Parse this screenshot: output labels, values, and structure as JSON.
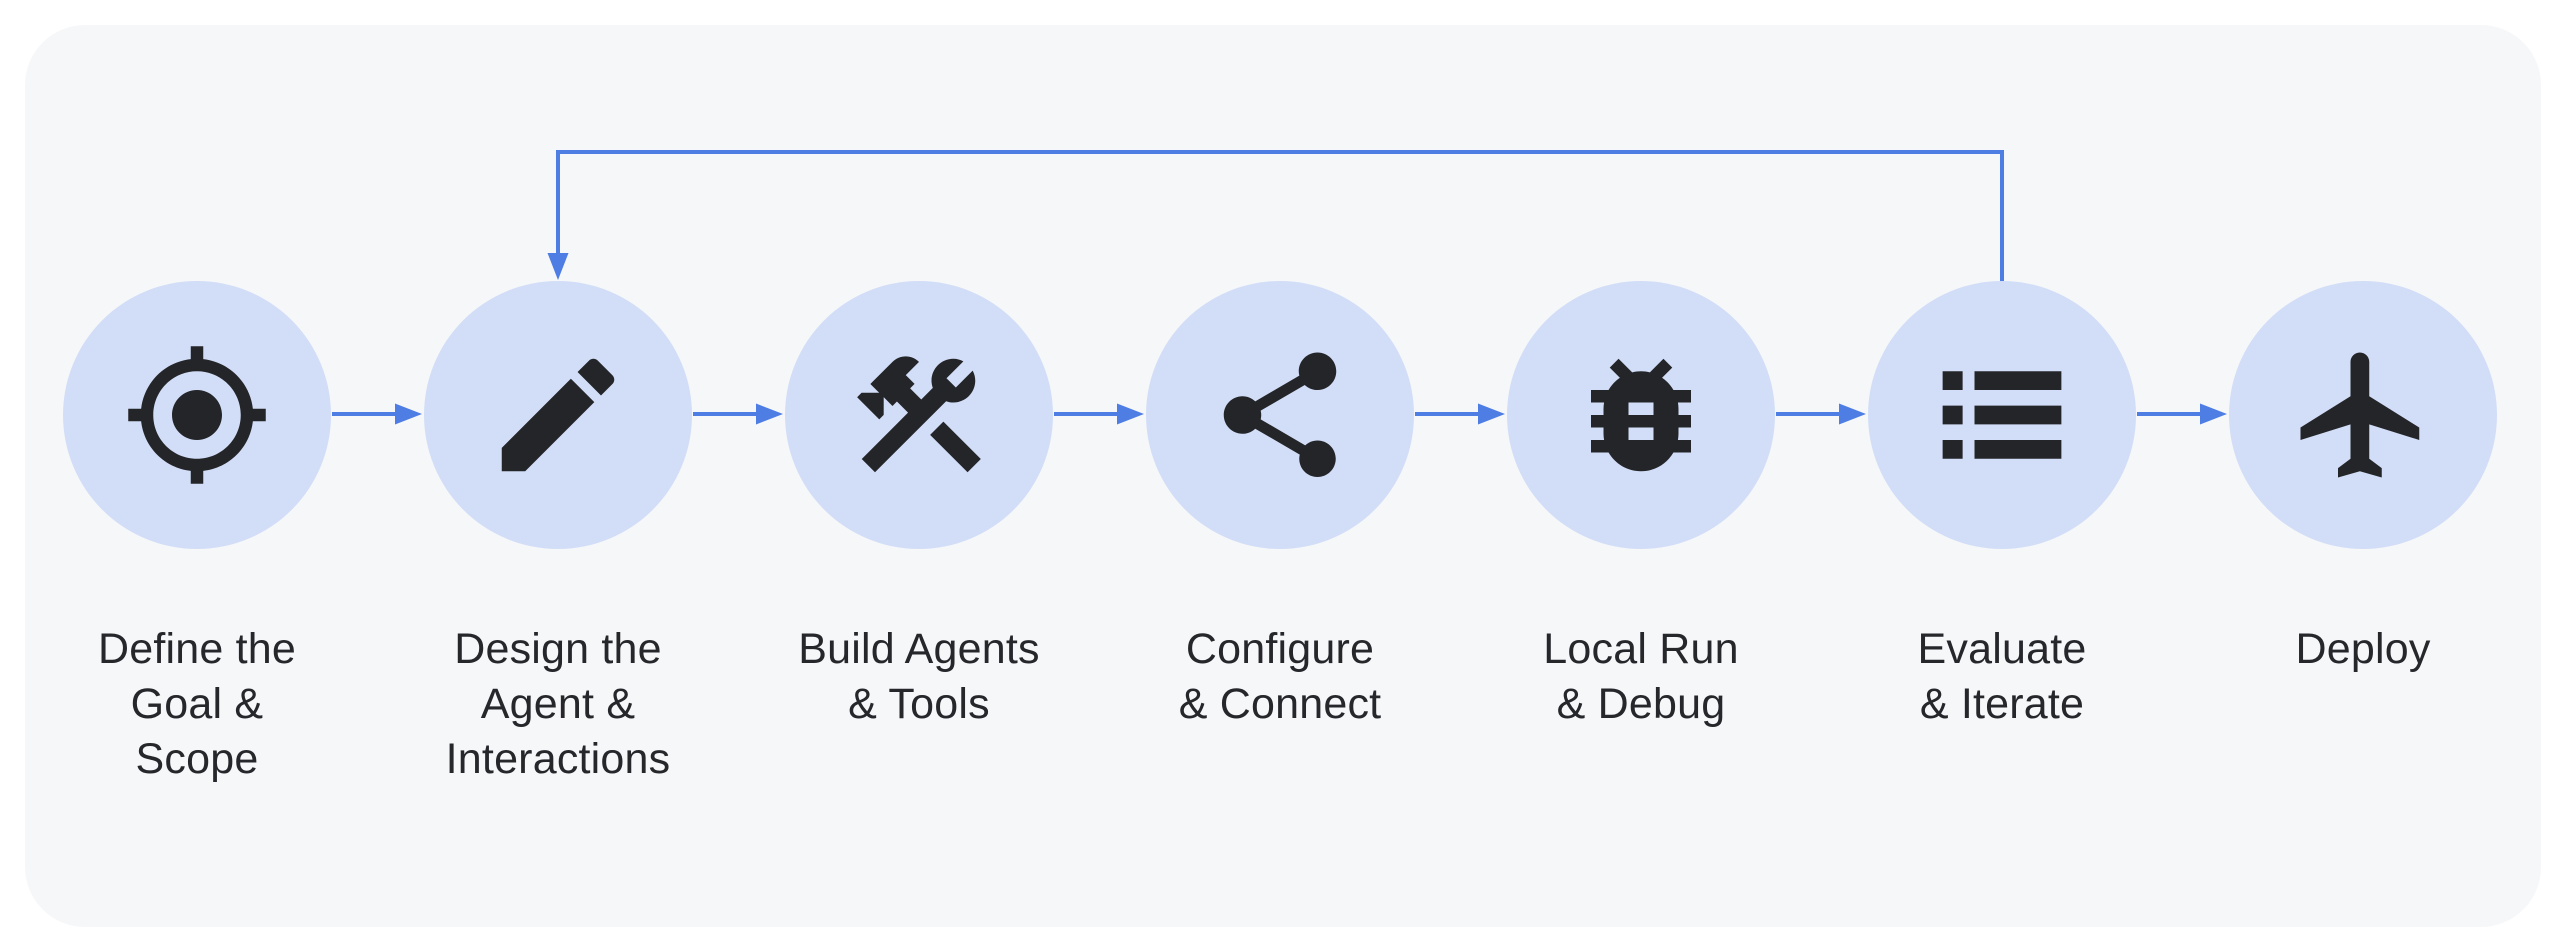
{
  "diagram": {
    "type": "workflow-flowchart",
    "steps": [
      {
        "id": "define-goal-scope",
        "label": "Define the\nGoal &\nScope",
        "icon": "target-icon"
      },
      {
        "id": "design-agent-interactions",
        "label": "Design the\nAgent &\nInteractions",
        "icon": "pencil-icon"
      },
      {
        "id": "build-agents-tools",
        "label": "Build Agents\n& Tools",
        "icon": "tools-icon"
      },
      {
        "id": "configure-connect",
        "label": "Configure\n& Connect",
        "icon": "share-icon"
      },
      {
        "id": "local-run-debug",
        "label": "Local Run\n& Debug",
        "icon": "bug-icon"
      },
      {
        "id": "evaluate-iterate",
        "label": "Evaluate\n& Iterate",
        "icon": "list-icon"
      },
      {
        "id": "deploy",
        "label": "Deploy",
        "icon": "airplane-icon"
      }
    ],
    "flow": {
      "direction": "left-to-right",
      "feedback_loop": {
        "from_step": "Evaluate & Iterate",
        "to_step": "Design the Agent & Interactions"
      }
    },
    "colors": {
      "page_background": "#ffffff",
      "panel_background": "#f6f7f9",
      "node_fill": "#d2def7",
      "icon_color": "#242529",
      "connector_color": "#4e7ee4",
      "label_color": "#26272b"
    }
  }
}
